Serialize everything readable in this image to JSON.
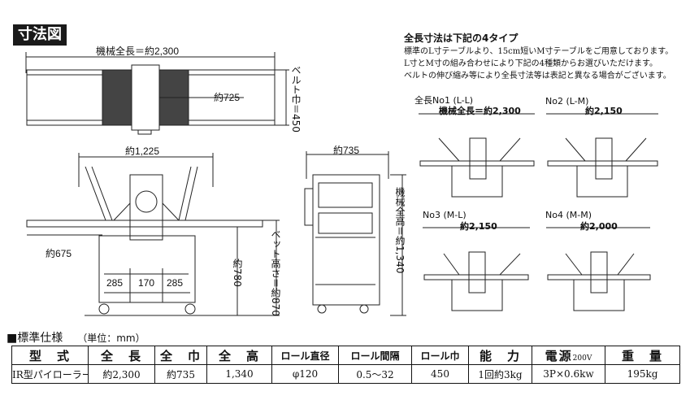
{
  "header": {
    "tag": "寸法図"
  },
  "top_view": {
    "length": "機械全長＝約2,300",
    "inner": "約725",
    "belt_width": "ベルト巾＝450"
  },
  "front_view": {
    "width": "約1,225",
    "left": "約675",
    "d1": "285",
    "d2": "170",
    "d3": "285",
    "height1": "約780",
    "height2": "ベット高さ＝約870"
  },
  "side_view": {
    "depth": "約735",
    "total_height": "機械全高＝約1,340"
  },
  "types": {
    "title": "全長寸法は下記の4タイプ",
    "notes": [
      "標準のL寸テーブルより、15cm短いM寸テーブルをご用意しております。",
      "L寸とM寸の組み合わせにより下記の4種類からお選びいただけます。",
      "ベルトの伸び縮み等により全長寸法等は表記と異なる場合がございます。"
    ],
    "items": [
      {
        "label": "全長No1 (L-L)",
        "length": "機械全長＝約2,300"
      },
      {
        "label": "No2 (L-M)",
        "length": "約2,150"
      },
      {
        "label": "No3 (M-L)",
        "length": "約2,150"
      },
      {
        "label": "No4 (M-M)",
        "length": "約2,000"
      }
    ]
  },
  "spec": {
    "label": "■標準仕様",
    "unit": "（単位：mm）",
    "headers": [
      "型　式",
      "全　長",
      "全　巾",
      "全　高",
      "ロール直径",
      "ロール間隔",
      "ロール巾",
      "能　力",
      "電源",
      "重　量"
    ],
    "power_sub": "200V",
    "row": [
      "IR型パイローラー",
      "約2,300",
      "約735",
      "1,340",
      "φ120",
      "0.5～32",
      "450",
      "1回約3kg",
      "3P×0.6kw",
      "195kg"
    ]
  }
}
